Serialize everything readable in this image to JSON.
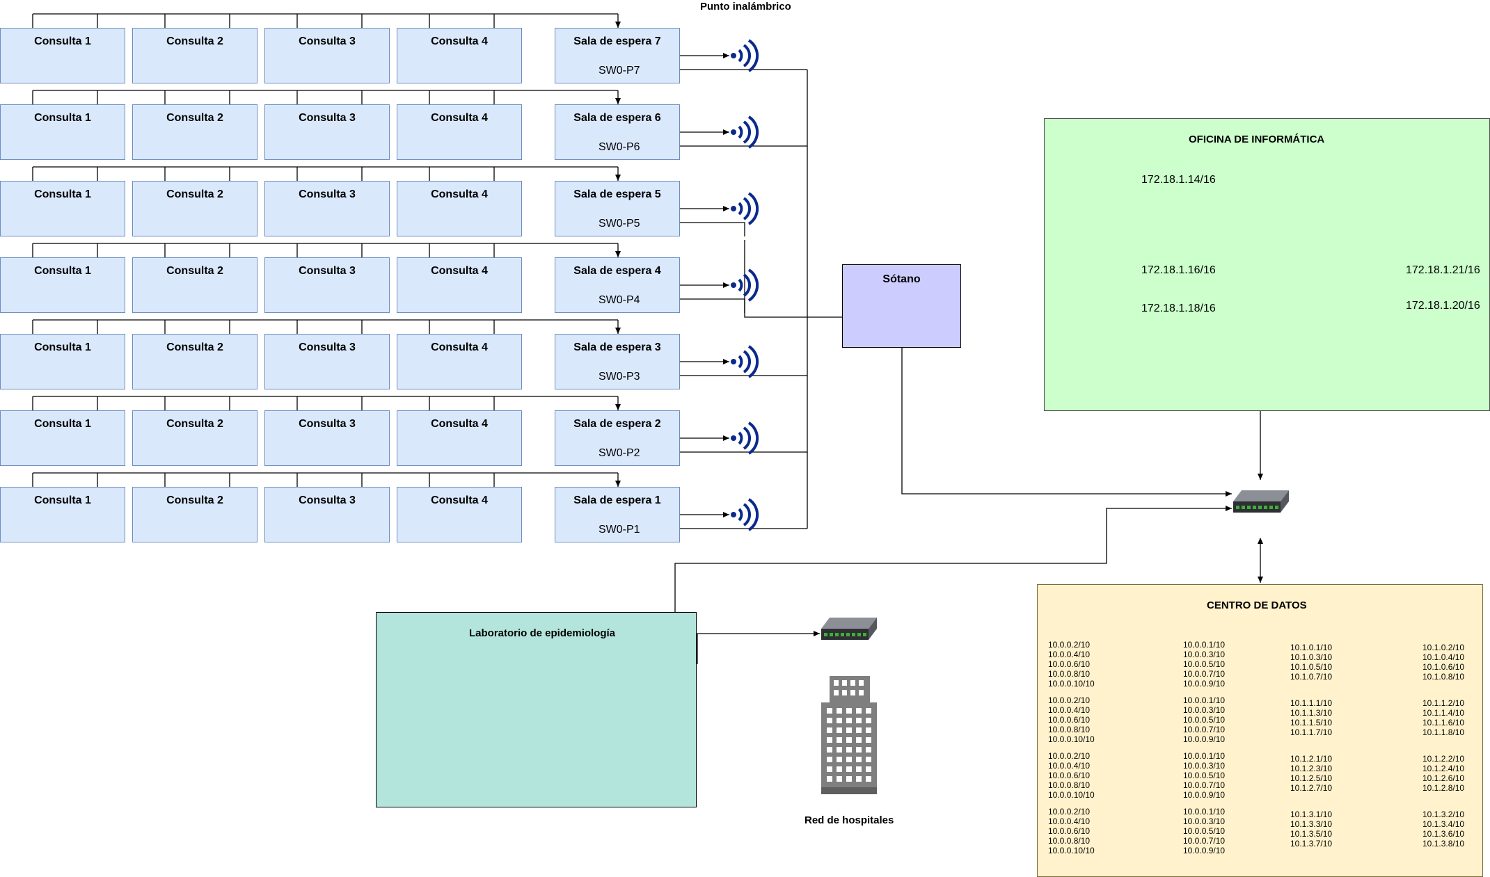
{
  "header": {
    "wireless_title": "Punto inalámbrico"
  },
  "consulta_labels": [
    "Consulta 1",
    "Consulta 2",
    "Consulta 3",
    "Consulta 4"
  ],
  "waiting_rooms": [
    {
      "name": "Sala de espera 7",
      "port": "SW0-P7"
    },
    {
      "name": "Sala de espera 6",
      "port": "SW0-P6"
    },
    {
      "name": "Sala de espera 5",
      "port": "SW0-P5"
    },
    {
      "name": "Sala de espera 4",
      "port": "SW0-P4"
    },
    {
      "name": "Sala de espera 3",
      "port": "SW0-P3"
    },
    {
      "name": "Sala de espera 2",
      "port": "SW0-P2"
    },
    {
      "name": "Sala de espera 1",
      "port": "SW0-P1"
    }
  ],
  "basement": {
    "title": "Sótano"
  },
  "it_office": {
    "title": "OFICINA DE INFORMÁTICA",
    "left_ips": [
      "172.18.1.14/16",
      "",
      "172.18.1.16/16",
      "172.18.1.18/16"
    ],
    "right_ips": [
      "",
      "172.18.1.21/16",
      "172.18.1.20/16"
    ]
  },
  "lab": {
    "title": "Laboratorio de epidemiología"
  },
  "hospital_network": {
    "label": "Red de hospitales"
  },
  "datacenter": {
    "title": "CENTRO DE DATOS",
    "left_groups": [
      {
        "a": "10.0.0.2/10\n10.0.0.4/10\n10.0.0.6/10\n10.0.0.8/10\n10.0.0.10/10",
        "b": "10.0.0.1/10\n10.0.0.3/10\n10.0.0.5/10\n10.0.0.7/10\n10.0.0.9/10"
      },
      {
        "a": "10.0.0.2/10\n10.0.0.4/10\n10.0.0.6/10\n10.0.0.8/10\n10.0.0.10/10",
        "b": "10.0.0.1/10\n10.0.0.3/10\n10.0.0.5/10\n10.0.0.7/10\n10.0.0.9/10"
      },
      {
        "a": "10.0.0.2/10\n10.0.0.4/10\n10.0.0.6/10\n10.0.0.8/10\n10.0.0.10/10",
        "b": "10.0.0.1/10\n10.0.0.3/10\n10.0.0.5/10\n10.0.0.7/10\n10.0.0.9/10"
      },
      {
        "a": "10.0.0.2/10\n10.0.0.4/10\n10.0.0.6/10\n10.0.0.8/10\n10.0.0.10/10",
        "b": "10.0.0.1/10\n10.0.0.3/10\n10.0.0.5/10\n10.0.0.7/10\n10.0.0.9/10"
      }
    ],
    "right_groups": [
      {
        "a": "10.1.0.1/10\n10.1.0.3/10\n10.1.0.5/10\n10.1.0.7/10",
        "b": "10.1.0.2/10\n10.1.0.4/10\n10.1.0.6/10\n10.1.0.8/10"
      },
      {
        "a": "10.1.1.1/10\n10.1.1.3/10\n10.1.1.5/10\n10.1.1.7/10",
        "b": "10.1.1.2/10\n10.1.1.4/10\n10.1.1.6/10\n10.1.1.8/10"
      },
      {
        "a": "10.1.2.1/10\n10.1.2.3/10\n10.1.2.5/10\n10.1.2.7/10",
        "b": "10.1.2.2/10\n10.1.2.4/10\n10.1.2.6/10\n10.1.2.8/10"
      },
      {
        "a": "10.1.3.1/10\n10.1.3.3/10\n10.1.3.5/10\n10.1.3.7/10",
        "b": "10.1.3.2/10\n10.1.3.4/10\n10.1.3.6/10\n10.1.3.8/10"
      }
    ]
  },
  "icons": {
    "computer": "computer-icon",
    "ip_phone": "ip-phone-icon",
    "switch": "network-switch-icon",
    "wireless": "wireless-access-point-icon",
    "server": "server-icon",
    "building": "hospital-building-icon"
  },
  "colors": {
    "room_fill": "#dae8fc",
    "room_border": "#6c8ebf",
    "it_office_fill": "#ccffcc",
    "basement_fill": "#ccccff",
    "lab_fill": "#b3e5dc",
    "datacenter_fill": "#fff2cc",
    "device_blue": "#0a2a8c"
  }
}
